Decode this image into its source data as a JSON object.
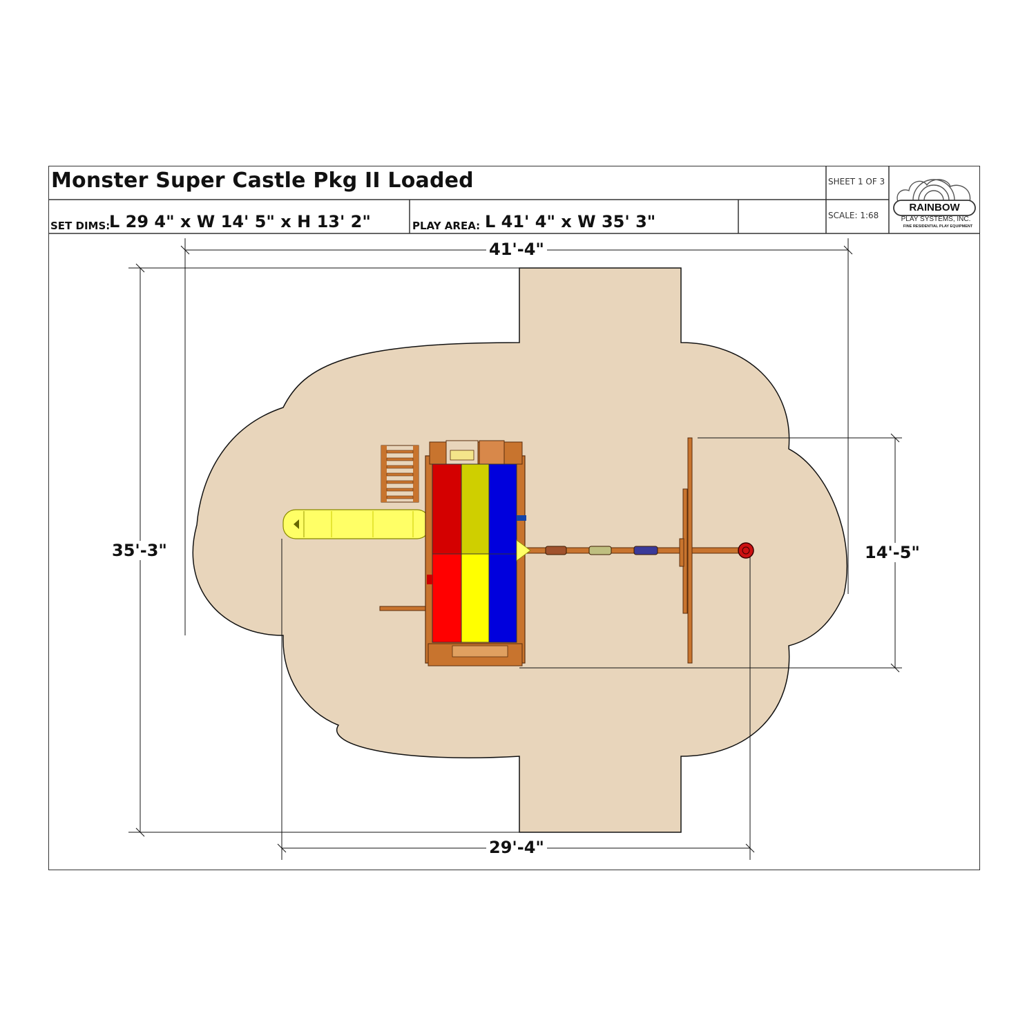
{
  "header": {
    "title": "Monster Super Castle Pkg II Loaded",
    "sheet": "SHEET 1 OF 3",
    "scale": "SCALE: 1:68",
    "set_dims_label": "SET DIMS:",
    "set_dims_value": "L 29 4\" x W 14' 5\" x H 13' 2\"",
    "play_area_label": "PLAY AREA:",
    "play_area_value": "L 41' 4\" x W 35' 3\""
  },
  "logo": {
    "brand": "RAINBOW",
    "line1": "PLAY SYSTEMS, INC.",
    "line2": "FINE RESIDENTIAL PLAY EQUIPMENT"
  },
  "dimensions": {
    "top_width": "41'-4\"",
    "left_height": "35'-3\"",
    "right_height": "14'-5\"",
    "bottom_width": "29'-4\""
  },
  "colors": {
    "play_area": "#e8d5bb",
    "wood": "#c8742e",
    "roof_red": "#d40000",
    "roof_yellow": "#ffff00",
    "roof_olive": "#cfcf00",
    "roof_blue": "#0000dd",
    "slide": "#ffff66"
  }
}
